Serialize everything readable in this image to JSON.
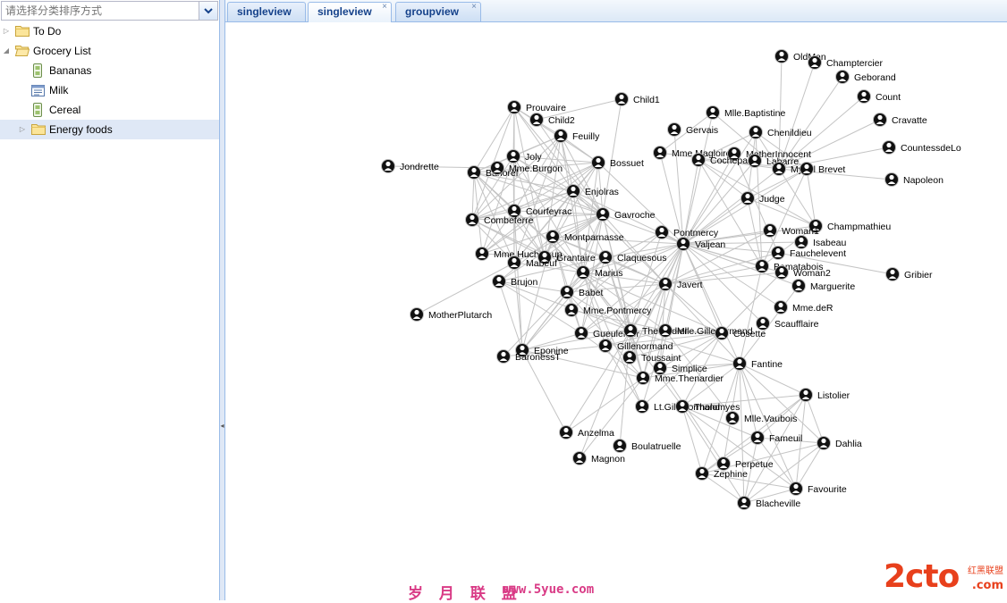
{
  "sort_combo": {
    "placeholder": "请选择分类排序方式"
  },
  "tree": [
    {
      "label": "To Do",
      "type": "folder",
      "expanded": false,
      "depth": 0
    },
    {
      "label": "Grocery List",
      "type": "folder",
      "expanded": true,
      "depth": 0
    },
    {
      "label": "Bananas",
      "type": "leaf",
      "icon": "banana-item-icon",
      "depth": 1
    },
    {
      "label": "Milk",
      "type": "leaf",
      "icon": "list-item-icon",
      "depth": 1
    },
    {
      "label": "Cereal",
      "type": "leaf",
      "icon": "cereal-item-icon",
      "depth": 1
    },
    {
      "label": "Energy foods",
      "type": "folder",
      "expanded": false,
      "depth": 1,
      "selected": true
    }
  ],
  "tabs": [
    {
      "label": "singleview",
      "active": false,
      "closable": false
    },
    {
      "label": "singleview",
      "active": true,
      "closable": true
    },
    {
      "label": "groupview",
      "active": false,
      "closable": true
    }
  ],
  "colors": {
    "tab_text": "#15428b",
    "panel_border": "#99bbe8",
    "selection": "#dfe8f6",
    "edge": "#c4c4c4",
    "node": "#000000"
  },
  "graph": {
    "nodes": [
      "OldMan",
      "Champtercier",
      "Geborand",
      "Count",
      "Cravatte",
      "CountessdeLo",
      "Napoleon",
      "Child1",
      "Prouvaire",
      "Child2",
      "Feuilly",
      "Mlle.Baptistine",
      "Gervais",
      "Chenildieu",
      "Mme.Magloire",
      "MotherInnocent",
      "Cochepaille",
      "Labarre",
      "Myriel",
      "Brevet",
      "Joly",
      "Bossuet",
      "Jondrette",
      "Bahorel",
      "Mme.Burgon",
      "Enjolras",
      "Judge",
      "Courfeyrac",
      "Gavroche",
      "Combeferre",
      "Champmathieu",
      "Pontmercy",
      "Woman1",
      "Valjean",
      "Montparnasse",
      "Isabeau",
      "Fauchelevent",
      "Mme.Hucheloup",
      "Grantaire",
      "Claquesous",
      "Mabeuf",
      "Bamatabois",
      "Gribier",
      "Marius",
      "Woman2",
      "Brujon",
      "Javert",
      "Marguerite",
      "Babet",
      "Mme.deR",
      "MotherPlutarch",
      "Mme.Pontmercy",
      "Scaufflaire",
      "Gueulemer",
      "Thenardier",
      "Mlle.Gillenormand",
      "Cosette",
      "Gillenormand",
      "Eponine",
      "BaronessT",
      "Toussaint",
      "Fantine",
      "Simplice",
      "Mme.Thenardier",
      "Listolier",
      "Lt.Gillenormand",
      "Tholomyes",
      "Mlle.Vaubois",
      "Anzelma",
      "Fameuil",
      "Dahlia",
      "Boulatruelle",
      "Magnon",
      "Perpetue",
      "Zephine",
      "Favourite",
      "Blacheville"
    ],
    "edges": [
      [
        "Myriel",
        "OldMan"
      ],
      [
        "Myriel",
        "Champtercier"
      ],
      [
        "Myriel",
        "Geborand"
      ],
      [
        "Myriel",
        "Count"
      ],
      [
        "Myriel",
        "Cravatte"
      ],
      [
        "Myriel",
        "CountessdeLo"
      ],
      [
        "Myriel",
        "Napoleon"
      ],
      [
        "Myriel",
        "Mlle.Baptistine"
      ],
      [
        "Myriel",
        "Mme.Magloire"
      ],
      [
        "Myriel",
        "Valjean"
      ],
      [
        "Mlle.Baptistine",
        "Mme.Magloire"
      ],
      [
        "Mlle.Baptistine",
        "Valjean"
      ],
      [
        "Mme.Magloire",
        "Valjean"
      ],
      [
        "Labarre",
        "Valjean"
      ],
      [
        "Marguerite",
        "Valjean"
      ],
      [
        "Mme.deR",
        "Valjean"
      ],
      [
        "Isabeau",
        "Valjean"
      ],
      [
        "Gervais",
        "Valjean"
      ],
      [
        "Listolier",
        "Tholomyes"
      ],
      [
        "Fameuil",
        "Tholomyes"
      ],
      [
        "Fameuil",
        "Listolier"
      ],
      [
        "Blacheville",
        "Tholomyes"
      ],
      [
        "Blacheville",
        "Listolier"
      ],
      [
        "Blacheville",
        "Fameuil"
      ],
      [
        "Favourite",
        "Tholomyes"
      ],
      [
        "Favourite",
        "Listolier"
      ],
      [
        "Favourite",
        "Fameuil"
      ],
      [
        "Favourite",
        "Blacheville"
      ],
      [
        "Dahlia",
        "Listolier"
      ],
      [
        "Dahlia",
        "Fameuil"
      ],
      [
        "Dahlia",
        "Blacheville"
      ],
      [
        "Dahlia",
        "Favourite"
      ],
      [
        "Zephine",
        "Tholomyes"
      ],
      [
        "Zephine",
        "Listolier"
      ],
      [
        "Zephine",
        "Fameuil"
      ],
      [
        "Zephine",
        "Blacheville"
      ],
      [
        "Zephine",
        "Favourite"
      ],
      [
        "Zephine",
        "Dahlia"
      ],
      [
        "Fantine",
        "Tholomyes"
      ],
      [
        "Fantine",
        "Listolier"
      ],
      [
        "Fantine",
        "Fameuil"
      ],
      [
        "Fantine",
        "Blacheville"
      ],
      [
        "Fantine",
        "Favourite"
      ],
      [
        "Fantine",
        "Dahlia"
      ],
      [
        "Fantine",
        "Zephine"
      ],
      [
        "Fantine",
        "Marguerite"
      ],
      [
        "Fantine",
        "Valjean"
      ],
      [
        "Mme.Thenardier",
        "Fantine"
      ],
      [
        "Mme.Thenardier",
        "Valjean"
      ],
      [
        "Thenardier",
        "Mme.Thenardier"
      ],
      [
        "Thenardier",
        "Fantine"
      ],
      [
        "Thenardier",
        "Valjean"
      ],
      [
        "Cosette",
        "Mme.Thenardier"
      ],
      [
        "Cosette",
        "Valjean"
      ],
      [
        "Cosette",
        "Tholomyes"
      ],
      [
        "Cosette",
        "Thenardier"
      ],
      [
        "Javert",
        "Valjean"
      ],
      [
        "Javert",
        "Fantine"
      ],
      [
        "Javert",
        "Thenardier"
      ],
      [
        "Javert",
        "Mme.Thenardier"
      ],
      [
        "Javert",
        "Cosette"
      ],
      [
        "Fauchelevent",
        "Valjean"
      ],
      [
        "Fauchelevent",
        "Javert"
      ],
      [
        "Bamatabois",
        "Fantine"
      ],
      [
        "Bamatabois",
        "Javert"
      ],
      [
        "Bamatabois",
        "Valjean"
      ],
      [
        "Perpetue",
        "Fantine"
      ],
      [
        "Simplice",
        "Perpetue"
      ],
      [
        "Simplice",
        "Valjean"
      ],
      [
        "Simplice",
        "Fantine"
      ],
      [
        "Simplice",
        "Javert"
      ],
      [
        "Scaufflaire",
        "Valjean"
      ],
      [
        "Woman1",
        "Valjean"
      ],
      [
        "Woman1",
        "Javert"
      ],
      [
        "Judge",
        "Valjean"
      ],
      [
        "Judge",
        "Bamatabois"
      ],
      [
        "Champmathieu",
        "Valjean"
      ],
      [
        "Champmathieu",
        "Judge"
      ],
      [
        "Champmathieu",
        "Bamatabois"
      ],
      [
        "Brevet",
        "Judge"
      ],
      [
        "Brevet",
        "Champmathieu"
      ],
      [
        "Brevet",
        "Valjean"
      ],
      [
        "Brevet",
        "Bamatabois"
      ],
      [
        "Chenildieu",
        "Judge"
      ],
      [
        "Chenildieu",
        "Champmathieu"
      ],
      [
        "Chenildieu",
        "Brevet"
      ],
      [
        "Chenildieu",
        "Valjean"
      ],
      [
        "Chenildieu",
        "Bamatabois"
      ],
      [
        "Cochepaille",
        "Judge"
      ],
      [
        "Cochepaille",
        "Champmathieu"
      ],
      [
        "Cochepaille",
        "Brevet"
      ],
      [
        "Cochepaille",
        "Chenildieu"
      ],
      [
        "Cochepaille",
        "Valjean"
      ],
      [
        "Cochepaille",
        "Bamatabois"
      ],
      [
        "Pontmercy",
        "Thenardier"
      ],
      [
        "Boulatruelle",
        "Thenardier"
      ],
      [
        "Eponine",
        "Mme.Thenardier"
      ],
      [
        "Eponine",
        "Thenardier"
      ],
      [
        "Anzelma",
        "Eponine"
      ],
      [
        "Anzelma",
        "Thenardier"
      ],
      [
        "Anzelma",
        "Mme.Thenardier"
      ],
      [
        "Woman2",
        "Valjean"
      ],
      [
        "Woman2",
        "Cosette"
      ],
      [
        "Woman2",
        "Javert"
      ],
      [
        "MotherInnocent",
        "Fauchelevent"
      ],
      [
        "MotherInnocent",
        "Valjean"
      ],
      [
        "Gribier",
        "Fauchelevent"
      ],
      [
        "Mlle.Gillenormand",
        "Gillenormand"
      ],
      [
        "Mlle.Gillenormand",
        "Cosette"
      ],
      [
        "Mlle.Gillenormand",
        "Valjean"
      ],
      [
        "Mme.Pontmercy",
        "Mlle.Gillenormand"
      ],
      [
        "Mme.Pontmercy",
        "Pontmercy"
      ],
      [
        "Mlle.Vaubois",
        "Mlle.Gillenormand"
      ],
      [
        "Lt.Gillenormand",
        "Mlle.Gillenormand"
      ],
      [
        "Lt.Gillenormand",
        "Gillenormand"
      ],
      [
        "Lt.Gillenormand",
        "Cosette"
      ],
      [
        "Marius",
        "Mlle.Gillenormand"
      ],
      [
        "Marius",
        "Gillenormand"
      ],
      [
        "Marius",
        "Pontmercy"
      ],
      [
        "Marius",
        "Lt.Gillenormand"
      ],
      [
        "Marius",
        "Cosette"
      ],
      [
        "Marius",
        "Valjean"
      ],
      [
        "Marius",
        "Tholomyes"
      ],
      [
        "Marius",
        "Thenardier"
      ],
      [
        "Marius",
        "Eponine"
      ],
      [
        "Marius",
        "Gavroche"
      ],
      [
        "BaronessT",
        "Gillenormand"
      ],
      [
        "BaronessT",
        "Marius"
      ],
      [
        "Mabeuf",
        "Marius"
      ],
      [
        "Mabeuf",
        "Eponine"
      ],
      [
        "Mabeuf",
        "Gavroche"
      ],
      [
        "Enjolras",
        "Marius"
      ],
      [
        "Enjolras",
        "Gavroche"
      ],
      [
        "Enjolras",
        "Javert"
      ],
      [
        "Enjolras",
        "Mabeuf"
      ],
      [
        "Enjolras",
        "Valjean"
      ],
      [
        "Combeferre",
        "Enjolras"
      ],
      [
        "Combeferre",
        "Marius"
      ],
      [
        "Combeferre",
        "Gavroche"
      ],
      [
        "Combeferre",
        "Mabeuf"
      ],
      [
        "Prouvaire",
        "Gavroche"
      ],
      [
        "Prouvaire",
        "Enjolras"
      ],
      [
        "Prouvaire",
        "Combeferre"
      ],
      [
        "Feuilly",
        "Gavroche"
      ],
      [
        "Feuilly",
        "Enjolras"
      ],
      [
        "Feuilly",
        "Prouvaire"
      ],
      [
        "Feuilly",
        "Combeferre"
      ],
      [
        "Feuilly",
        "Mabeuf"
      ],
      [
        "Feuilly",
        "Marius"
      ],
      [
        "Courfeyrac",
        "Marius"
      ],
      [
        "Courfeyrac",
        "Enjolras"
      ],
      [
        "Courfeyrac",
        "Combeferre"
      ],
      [
        "Courfeyrac",
        "Gavroche"
      ],
      [
        "Courfeyrac",
        "Mabeuf"
      ],
      [
        "Courfeyrac",
        "Eponine"
      ],
      [
        "Courfeyrac",
        "Feuilly"
      ],
      [
        "Courfeyrac",
        "Prouvaire"
      ],
      [
        "Bahorel",
        "Combeferre"
      ],
      [
        "Bahorel",
        "Gavroche"
      ],
      [
        "Bahorel",
        "Courfeyrac"
      ],
      [
        "Bahorel",
        "Mabeuf"
      ],
      [
        "Bahorel",
        "Enjolras"
      ],
      [
        "Bahorel",
        "Feuilly"
      ],
      [
        "Bahorel",
        "Prouvaire"
      ],
      [
        "Bahorel",
        "Marius"
      ],
      [
        "Bossuet",
        "Marius"
      ],
      [
        "Bossuet",
        "Courfeyrac"
      ],
      [
        "Bossuet",
        "Gavroche"
      ],
      [
        "Bossuet",
        "Bahorel"
      ],
      [
        "Bossuet",
        "Enjolras"
      ],
      [
        "Bossuet",
        "Feuilly"
      ],
      [
        "Bossuet",
        "Prouvaire"
      ],
      [
        "Bossuet",
        "Combeferre"
      ],
      [
        "Bossuet",
        "Mabeuf"
      ],
      [
        "Bossuet",
        "Valjean"
      ],
      [
        "Joly",
        "Bahorel"
      ],
      [
        "Joly",
        "Bossuet"
      ],
      [
        "Joly",
        "Gavroche"
      ],
      [
        "Joly",
        "Courfeyrac"
      ],
      [
        "Joly",
        "Enjolras"
      ],
      [
        "Joly",
        "Feuilly"
      ],
      [
        "Joly",
        "Prouvaire"
      ],
      [
        "Joly",
        "Combeferre"
      ],
      [
        "Joly",
        "Mabeuf"
      ],
      [
        "Joly",
        "Marius"
      ],
      [
        "Grantaire",
        "Bossuet"
      ],
      [
        "Grantaire",
        "Enjolras"
      ],
      [
        "Grantaire",
        "Combeferre"
      ],
      [
        "Grantaire",
        "Courfeyrac"
      ],
      [
        "Grantaire",
        "Joly"
      ],
      [
        "Grantaire",
        "Gavroche"
      ],
      [
        "Grantaire",
        "Bahorel"
      ],
      [
        "Grantaire",
        "Feuilly"
      ],
      [
        "Grantaire",
        "Prouvaire"
      ],
      [
        "MotherPlutarch",
        "Mabeuf"
      ],
      [
        "Gueulemer",
        "Thenardier"
      ],
      [
        "Gueulemer",
        "Valjean"
      ],
      [
        "Gueulemer",
        "Mme.Thenardier"
      ],
      [
        "Gueulemer",
        "Javert"
      ],
      [
        "Gueulemer",
        "Gavroche"
      ],
      [
        "Gueulemer",
        "Eponine"
      ],
      [
        "Babet",
        "Thenardier"
      ],
      [
        "Babet",
        "Gueulemer"
      ],
      [
        "Babet",
        "Valjean"
      ],
      [
        "Babet",
        "Mme.Thenardier"
      ],
      [
        "Babet",
        "Javert"
      ],
      [
        "Babet",
        "Gavroche"
      ],
      [
        "Babet",
        "Eponine"
      ],
      [
        "Claquesous",
        "Thenardier"
      ],
      [
        "Claquesous",
        "Babet"
      ],
      [
        "Claquesous",
        "Gueulemer"
      ],
      [
        "Claquesous",
        "Valjean"
      ],
      [
        "Claquesous",
        "Mme.Thenardier"
      ],
      [
        "Claquesous",
        "Javert"
      ],
      [
        "Claquesous",
        "Eponine"
      ],
      [
        "Claquesous",
        "Enjolras"
      ],
      [
        "Montparnasse",
        "Javert"
      ],
      [
        "Montparnasse",
        "Babet"
      ],
      [
        "Montparnasse",
        "Gueulemer"
      ],
      [
        "Montparnasse",
        "Claquesous"
      ],
      [
        "Montparnasse",
        "Valjean"
      ],
      [
        "Montparnasse",
        "Gavroche"
      ],
      [
        "Montparnasse",
        "Eponine"
      ],
      [
        "Montparnasse",
        "Thenardier"
      ],
      [
        "Toussaint",
        "Cosette"
      ],
      [
        "Toussaint",
        "Javert"
      ],
      [
        "Toussaint",
        "Valjean"
      ],
      [
        "Child1",
        "Gavroche"
      ],
      [
        "Child2",
        "Gavroche"
      ],
      [
        "Child2",
        "Child1"
      ],
      [
        "Brujon",
        "Babet"
      ],
      [
        "Brujon",
        "Gueulemer"
      ],
      [
        "Brujon",
        "Thenardier"
      ],
      [
        "Brujon",
        "Gavroche"
      ],
      [
        "Brujon",
        "Eponine"
      ],
      [
        "Brujon",
        "Claquesous"
      ],
      [
        "Brujon",
        "Montparnasse"
      ],
      [
        "Mme.Hucheloup",
        "Bossuet"
      ],
      [
        "Mme.Hucheloup",
        "Joly"
      ],
      [
        "Mme.Hucheloup",
        "Grantaire"
      ],
      [
        "Mme.Hucheloup",
        "Bahorel"
      ],
      [
        "Mme.Hucheloup",
        "Courfeyrac"
      ],
      [
        "Mme.Hucheloup",
        "Gavroche"
      ],
      [
        "Mme.Hucheloup",
        "Enjolras"
      ],
      [
        "Mme.Burgon",
        "Gavroche"
      ],
      [
        "Jondrette",
        "Mme.Burgon"
      ],
      [
        "Magnon",
        "Mme.Thenardier"
      ],
      [
        "Magnon",
        "Thenardier"
      ],
      [
        "Gavroche",
        "Valjean"
      ],
      [
        "Gavroche",
        "Javert"
      ],
      [
        "Gavroche",
        "Thenardier"
      ],
      [
        "Gavroche",
        "Mme.Thenardier"
      ],
      [
        "Cosette",
        "Gillenormand"
      ],
      [
        "Gillenormand",
        "Valjean"
      ],
      [
        "Pontmercy",
        "Valjean"
      ],
      [
        "Marius",
        "Javert"
      ]
    ]
  },
  "watermark": {
    "left_cn": "岁 月 联 盟",
    "left_url": "www.5yue.com",
    "brand": "2cto",
    "brand_cn": "红黑联盟",
    "brand_com": ".com"
  }
}
